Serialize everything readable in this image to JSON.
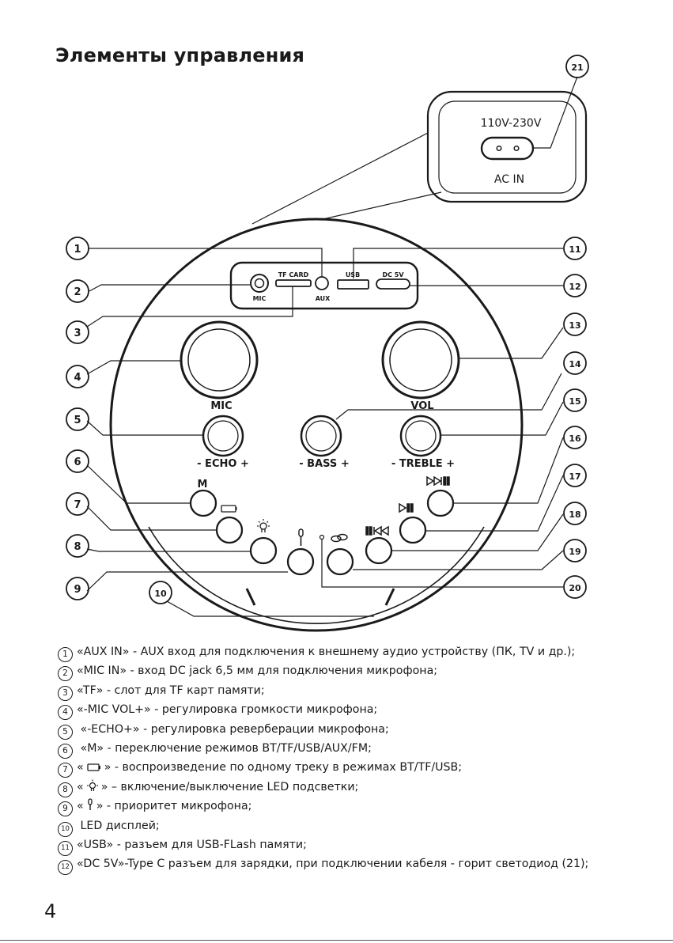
{
  "title": "Элементы управления",
  "page_number": "4",
  "ac_panel": {
    "voltage": "110V-230V",
    "label": "AC IN"
  },
  "ports": {
    "mic": "MIC",
    "tf_card": "TF CARD",
    "aux": "AUX",
    "usb": "USB",
    "dc5v": "DC 5V"
  },
  "knobs": {
    "mic": "MIC",
    "vol": "VOL",
    "echo": "- ECHO +",
    "bass": "- BASS +",
    "treble": "- TREBLE +"
  },
  "buttons": {
    "m": "M"
  },
  "callouts": [
    "1",
    "2",
    "3",
    "4",
    "5",
    "6",
    "7",
    "8",
    "9",
    "10",
    "11",
    "12",
    "13",
    "14",
    "15",
    "16",
    "17",
    "18",
    "19",
    "20",
    "21"
  ],
  "legend": [
    {
      "num": "1",
      "before": "«AUX IN» - AUX вход для подключения к внешнему аудио устройству (ПК, TV и др.);"
    },
    {
      "num": "2",
      "before": "«MIC IN» - вход DC jack 6,5 мм для подключения микрофона;"
    },
    {
      "num": "3",
      "before": "«TF» - слот для TF карт памяти;"
    },
    {
      "num": "4",
      "before": "«-MIC VOL+» - регулировка громкости микрофона;"
    },
    {
      "num": "5",
      "before": " «-ECHO+» - регулировка реверберации микрофона;"
    },
    {
      "num": "6",
      "before": " «M» - переключение режимов BT/TF/USB/AUX/FM;"
    },
    {
      "num": "7",
      "before": "«",
      "icon": "battery-icon",
      "after": "» - воспроизведение по одному треку в режимах BT/TF/USB;"
    },
    {
      "num": "8",
      "before": "«",
      "icon": "bulb-icon",
      "after": "» – включение/выключение LED подсветки;"
    },
    {
      "num": "9",
      "before": "«",
      "icon": "mic-icon",
      "after": "» - приоритет микрофона;"
    },
    {
      "num": "10",
      "before": " LED дисплей;"
    },
    {
      "num": "11",
      "before": "«USB» - разъем для USB-FLash памяти;"
    },
    {
      "num": "12",
      "before": "«DC 5V»-Type C разъем для зарядки, при подключении кабеля - горит светодиод (21);"
    }
  ]
}
